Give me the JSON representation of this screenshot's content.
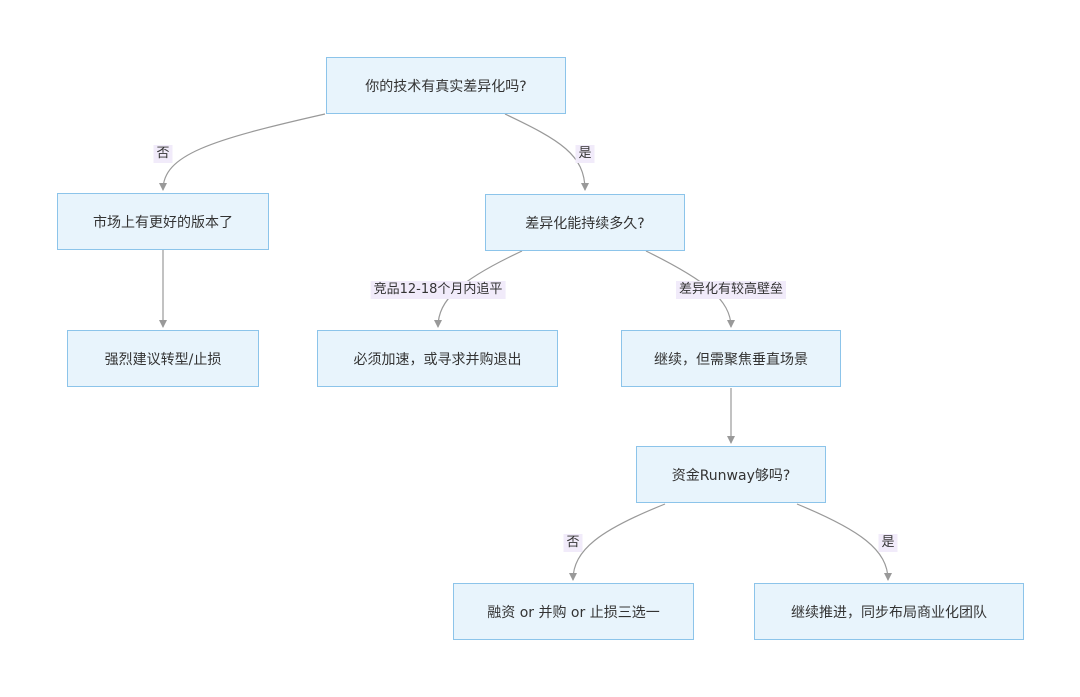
{
  "nodes": {
    "q1": "你的技术有真实差异化吗?",
    "n_market": "市场上有更好的版本了",
    "n_pivot": "强烈建议转型/止损",
    "q2": "差异化能持续多久?",
    "n_accelerate": "必须加速，或寻求并购退出",
    "n_vertical": "继续，但需聚焦垂直场景",
    "q3": "资金Runway够吗?",
    "n_options": "融资 or 并购 or 止损三选一",
    "n_continue": "继续推进，同步布局商业化团队"
  },
  "edge_labels": {
    "q1_no": "否",
    "q1_yes": "是",
    "q2_short": "竞品12-18个月内追平",
    "q2_long": "差异化有较高壁垒",
    "q3_no": "否",
    "q3_yes": "是"
  },
  "colors": {
    "node_fill": "#e8f4fc",
    "node_border": "#8cc4ea",
    "edge": "#999999",
    "label_bg": "#f1ebfa"
  }
}
